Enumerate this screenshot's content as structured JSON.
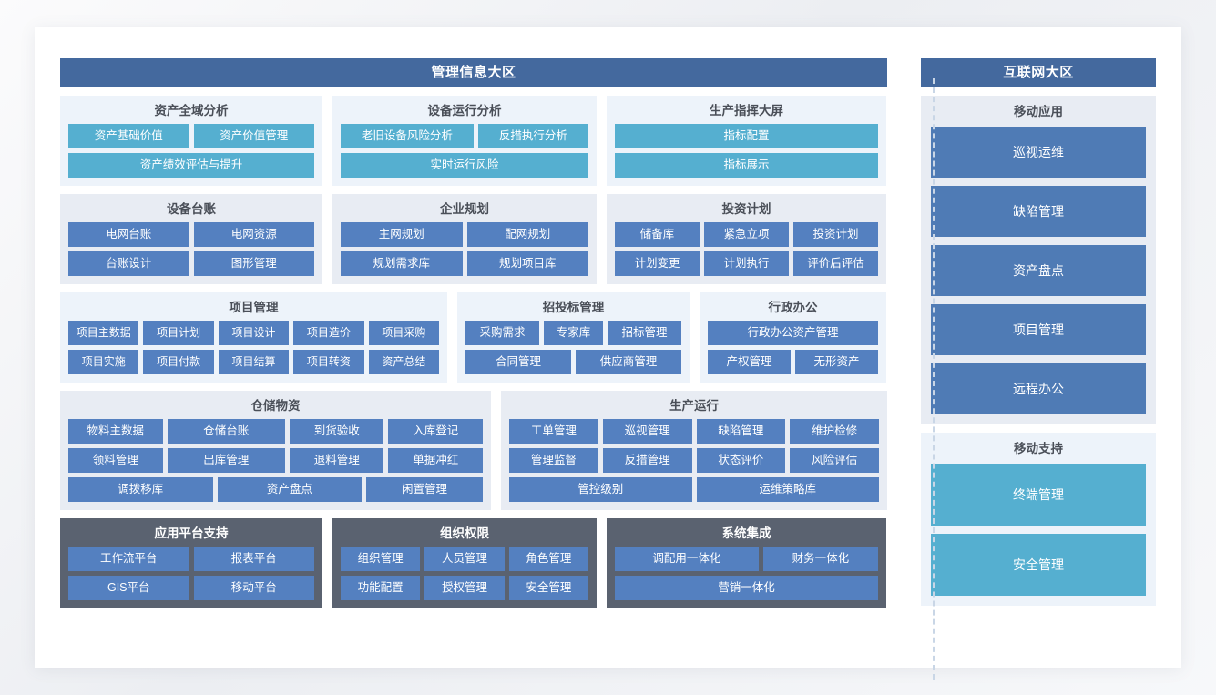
{
  "zones": {
    "left_title": "管理信息大区",
    "right_title": "互联网大区"
  },
  "left": {
    "row1": [
      {
        "title": "资产全域分析",
        "style": "light",
        "rows": [
          [
            {
              "label": "资产基础价值",
              "color": "cyan"
            },
            {
              "label": "资产价值管理",
              "color": "cyan"
            }
          ],
          [
            {
              "label": "资产绩效评估与提升",
              "color": "cyan"
            }
          ]
        ]
      },
      {
        "title": "设备运行分析",
        "style": "light",
        "rows": [
          [
            {
              "label": "老旧设备风险分析",
              "color": "cyan"
            },
            {
              "label": "反措执行分析",
              "color": "cyan"
            }
          ],
          [
            {
              "label": "实时运行风险",
              "color": "cyan"
            }
          ]
        ]
      },
      {
        "title": "生产指挥大屏",
        "style": "light",
        "rows": [
          [
            {
              "label": "指标配置",
              "color": "cyan"
            }
          ],
          [
            {
              "label": "指标展示",
              "color": "cyan"
            }
          ]
        ]
      }
    ],
    "row2": [
      {
        "title": "设备台账",
        "style": "plain",
        "rows": [
          [
            {
              "label": "电网台账",
              "color": "blue"
            },
            {
              "label": "电网资源",
              "color": "blue"
            }
          ],
          [
            {
              "label": "台账设计",
              "color": "blue"
            },
            {
              "label": "图形管理",
              "color": "blue"
            }
          ]
        ]
      },
      {
        "title": "企业规划",
        "style": "plain",
        "rows": [
          [
            {
              "label": "主网规划",
              "color": "blue"
            },
            {
              "label": "配网规划",
              "color": "blue"
            }
          ],
          [
            {
              "label": "规划需求库",
              "color": "blue"
            },
            {
              "label": "规划项目库",
              "color": "blue"
            }
          ]
        ]
      },
      {
        "title": "投资计划",
        "style": "plain",
        "rows": [
          [
            {
              "label": "储备库",
              "color": "blue"
            },
            {
              "label": "紧急立项",
              "color": "blue"
            },
            {
              "label": "投资计划",
              "color": "blue"
            }
          ],
          [
            {
              "label": "计划变更",
              "color": "blue"
            },
            {
              "label": "计划执行",
              "color": "blue"
            },
            {
              "label": "评价后评估",
              "color": "blue"
            }
          ]
        ]
      }
    ],
    "row3": [
      {
        "title": "项目管理",
        "style": "light",
        "rows": [
          [
            {
              "label": "项目主数据",
              "color": "blue"
            },
            {
              "label": "项目计划",
              "color": "blue"
            },
            {
              "label": "项目设计",
              "color": "blue"
            },
            {
              "label": "项目造价",
              "color": "blue"
            },
            {
              "label": "项目采购",
              "color": "blue"
            }
          ],
          [
            {
              "label": "项目实施",
              "color": "blue"
            },
            {
              "label": "项目付款",
              "color": "blue"
            },
            {
              "label": "项目结算",
              "color": "blue"
            },
            {
              "label": "项目转资",
              "color": "blue"
            },
            {
              "label": "资产总结",
              "color": "blue"
            }
          ]
        ]
      },
      {
        "title": "招投标管理",
        "style": "light",
        "rows": [
          [
            {
              "label": "采购需求",
              "color": "blue"
            },
            {
              "label": "专家库",
              "color": "blue"
            },
            {
              "label": "招标管理",
              "color": "blue"
            }
          ],
          [
            {
              "label": "合同管理",
              "color": "blue"
            },
            {
              "label": "供应商管理",
              "color": "blue"
            }
          ]
        ]
      },
      {
        "title": "行政办公",
        "style": "light",
        "rows": [
          [
            {
              "label": "行政办公资产管理",
              "color": "blue"
            }
          ],
          [
            {
              "label": "产权管理",
              "color": "blue"
            },
            {
              "label": "无形资产",
              "color": "blue"
            }
          ]
        ]
      }
    ],
    "row4": [
      {
        "title": "仓储物资",
        "style": "plain",
        "rows": [
          [
            {
              "label": "物料主数据",
              "color": "blue"
            },
            {
              "label": "仓储台账",
              "color": "blue"
            },
            {
              "label": "到货验收",
              "color": "blue"
            },
            {
              "label": "入库登记",
              "color": "blue"
            }
          ],
          [
            {
              "label": "领料管理",
              "color": "blue"
            },
            {
              "label": "出库管理",
              "color": "blue"
            },
            {
              "label": "退料管理",
              "color": "blue"
            },
            {
              "label": "单据冲红",
              "color": "blue"
            }
          ],
          [
            {
              "label": "调拨移库",
              "color": "blue"
            },
            {
              "label": "资产盘点",
              "color": "blue"
            },
            {
              "label": "闲置管理",
              "color": "blue"
            }
          ]
        ]
      },
      {
        "title": "生产运行",
        "style": "plain",
        "rows": [
          [
            {
              "label": "工单管理",
              "color": "blue"
            },
            {
              "label": "巡视管理",
              "color": "blue"
            },
            {
              "label": "缺陷管理",
              "color": "blue"
            },
            {
              "label": "维护检修",
              "color": "blue"
            }
          ],
          [
            {
              "label": "管理监督",
              "color": "blue"
            },
            {
              "label": "反措管理",
              "color": "blue"
            },
            {
              "label": "状态评价",
              "color": "blue"
            },
            {
              "label": "风险评估",
              "color": "blue"
            }
          ],
          [
            {
              "label": "管控级别",
              "color": "blue"
            },
            {
              "label": "运维策略库",
              "color": "blue"
            }
          ]
        ]
      }
    ],
    "row5": [
      {
        "title": "应用平台支持",
        "style": "dark",
        "rows": [
          [
            {
              "label": "工作流平台",
              "color": "blue"
            },
            {
              "label": "报表平台",
              "color": "blue"
            }
          ],
          [
            {
              "label": "GIS平台",
              "color": "blue"
            },
            {
              "label": "移动平台",
              "color": "blue"
            }
          ]
        ]
      },
      {
        "title": "组织权限",
        "style": "dark",
        "rows": [
          [
            {
              "label": "组织管理",
              "color": "blue"
            },
            {
              "label": "人员管理",
              "color": "blue"
            },
            {
              "label": "角色管理",
              "color": "blue"
            }
          ],
          [
            {
              "label": "功能配置",
              "color": "blue"
            },
            {
              "label": "授权管理",
              "color": "blue"
            },
            {
              "label": "安全管理",
              "color": "blue"
            }
          ]
        ]
      },
      {
        "title": "系统集成",
        "style": "dark",
        "rows": [
          [
            {
              "label": "调配用一体化",
              "color": "blue"
            },
            {
              "label": "财务一体化",
              "color": "blue"
            }
          ],
          [
            {
              "label": "营销一体化",
              "color": "blue"
            }
          ]
        ]
      }
    ]
  },
  "right": {
    "groups": [
      {
        "title": "移动应用",
        "style": "plain",
        "items": [
          {
            "label": "巡视运维",
            "color": "deep"
          },
          {
            "label": "缺陷管理",
            "color": "deep"
          },
          {
            "label": "资产盘点",
            "color": "deep"
          },
          {
            "label": "项目管理",
            "color": "deep"
          },
          {
            "label": "远程办公",
            "color": "deep"
          }
        ]
      },
      {
        "title": "移动支持",
        "style": "light",
        "items": [
          {
            "label": "终端管理",
            "color": "cyan"
          },
          {
            "label": "安全管理",
            "color": "cyan"
          }
        ]
      }
    ]
  },
  "colors": {
    "header_bar": "#44699E",
    "button_blue": "#5480c0",
    "button_cyan": "#55afd0",
    "card_bg": "#e8ecf3",
    "card_bg_light": "#edf3fa",
    "card_bg_dark": "#5a6270"
  }
}
